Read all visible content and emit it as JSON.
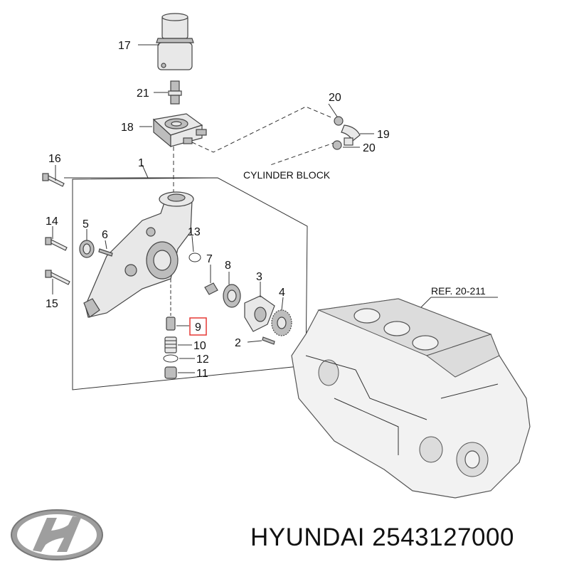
{
  "callouts": {
    "c1": "1",
    "c2": "2",
    "c3": "3",
    "c4": "4",
    "c5": "5",
    "c6": "6",
    "c7": "7",
    "c8": "8",
    "c9": "9",
    "c10": "10",
    "c11": "11",
    "c12": "12",
    "c13": "13",
    "c14": "14",
    "c15": "15",
    "c16": "16",
    "c17": "17",
    "c18": "18",
    "c19": "19",
    "c20a": "20",
    "c20b": "20",
    "c21": "21"
  },
  "labels": {
    "cylinder_block": "CYLINDER BLOCK",
    "ref": "REF. 20-211"
  },
  "caption": {
    "brand": "HYUNDAI",
    "part_number": "2543127000"
  },
  "colors": {
    "highlight_box": "#e53935",
    "line": "#333333"
  },
  "icons": {
    "brand_logo": "hyundai-logo-icon"
  }
}
